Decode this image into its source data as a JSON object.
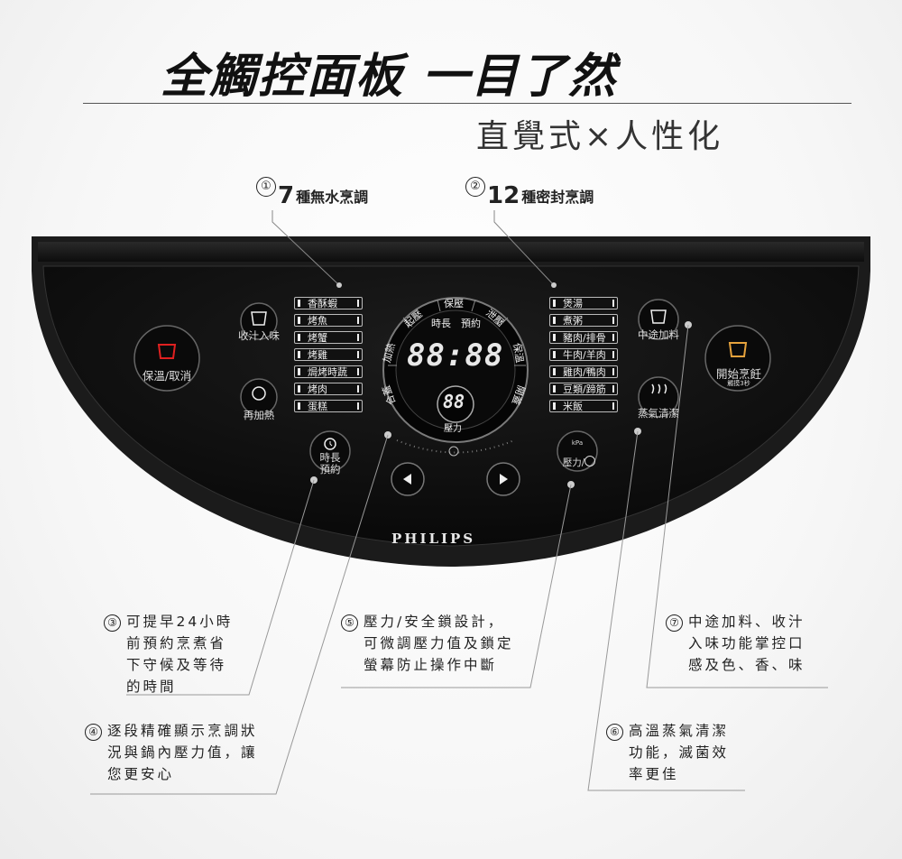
{
  "title": "全觸控面板 一目了然",
  "subtitle": "直覺式×人性化",
  "callouts_top": [
    {
      "num": "①",
      "count": "7",
      "label": "種無水烹調"
    },
    {
      "num": "②",
      "count": "12",
      "label": "種密封烹調"
    }
  ],
  "left_menu": [
    "香酥蝦",
    "烤魚",
    "烤蟹",
    "烤雞",
    "焗烤時蔬",
    "烤肉",
    "蛋糕"
  ],
  "right_menu": [
    "煲湯",
    "煮粥",
    "豬肉/排骨",
    "牛肉/羊肉",
    "雞肉/鴨肉",
    "豆類/蹄筋",
    "米飯"
  ],
  "buttons": {
    "reduce": "收汁入味",
    "keep_warm": "保溫/取消",
    "reheat": "再加熱",
    "timer": "時長\n預約",
    "add_midway": "中途加料",
    "start": "開始烹飪",
    "start_hint": "觸摸3秒",
    "steam_clean": "蒸氣清潔",
    "pressure_lock": "壓力/",
    "pressure_unit": "kPa"
  },
  "display": {
    "time": "88:88",
    "pressure": "88",
    "top_labels": [
      "時長",
      "預約"
    ],
    "pressure_label": "壓力",
    "ring": [
      "加熱",
      "起壓",
      "保壓",
      "泄壓",
      "保溫",
      "開蓋",
      "合蓋"
    ]
  },
  "brand": "PHILIPS",
  "info": [
    {
      "num": "③",
      "lines": [
        "可提早24小時",
        "前預約烹煮省",
        "下守候及等待",
        "的時間"
      ]
    },
    {
      "num": "④",
      "lines": [
        "逐段精確顯示烹調狀",
        "況與鍋內壓力值，讓",
        "您更安心"
      ]
    },
    {
      "num": "⑤",
      "lines": [
        "壓力/安全鎖設計，",
        "可微調壓力值及鎖定",
        "螢幕防止操作中斷"
      ]
    },
    {
      "num": "⑥",
      "lines": [
        "高溫蒸氣清潔",
        "功能，滅菌效",
        "率更佳"
      ]
    },
    {
      "num": "⑦",
      "lines": [
        "中途加料、收汁",
        "入味功能掌控口",
        "感及色、香、味"
      ]
    }
  ],
  "colors": {
    "panel": "#111111",
    "accent_red": "#e02020",
    "accent_orange": "#e6a23c",
    "digits": "#e8e8e8"
  }
}
